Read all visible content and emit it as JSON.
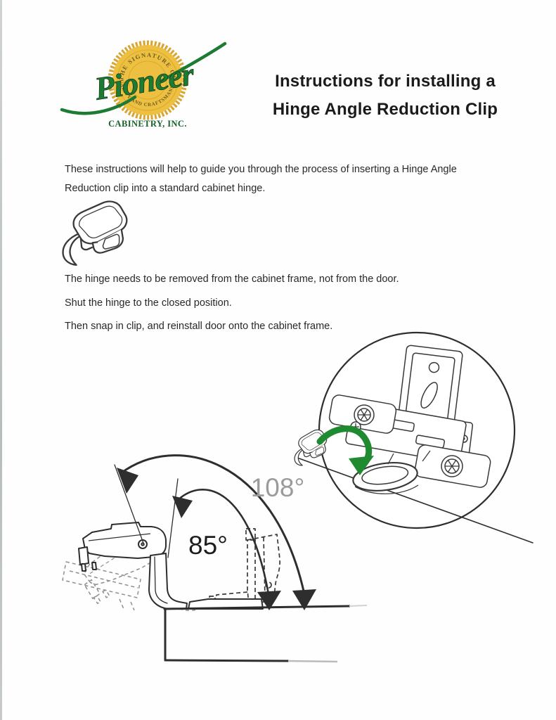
{
  "logo": {
    "seal_top": "THE SIGNATURE OF",
    "seal_bottom": "QUALITY AND CRAFTSMANSHIP",
    "script": "Pioneer",
    "company": "CABINETRY, INC.",
    "gold": "#edc042",
    "gold_dark": "#d9a532",
    "green": "#1e7b33",
    "dark_green": "#17602a"
  },
  "title": {
    "line1": "Instructions for installing a",
    "line2": "Hinge Angle Reduction Clip"
  },
  "intro": "These instructions will help to guide you through the process of inserting a Hinge Angle Reduction clip into a standard cabinet hinge.",
  "steps": [
    "The hinge needs to be removed from the cabinet frame, not from the door.",
    "Shut the hinge to the closed position.",
    "Then snap in clip, and reinstall door onto the cabinet frame."
  ],
  "diagram": {
    "outer_angle_label": "108°",
    "inner_angle_label": "85°",
    "outer_angle_color": "#9b9b9b",
    "inner_angle_color": "#1d1d1d",
    "arrow_color": "#1f8a2f",
    "line_color": "#2e2e2e"
  },
  "figures": {
    "clip": "hinge-angle-reduction-clip",
    "inset": "clip-insertion-into-hinge",
    "main": "hinge-opening-angle-diagram"
  }
}
